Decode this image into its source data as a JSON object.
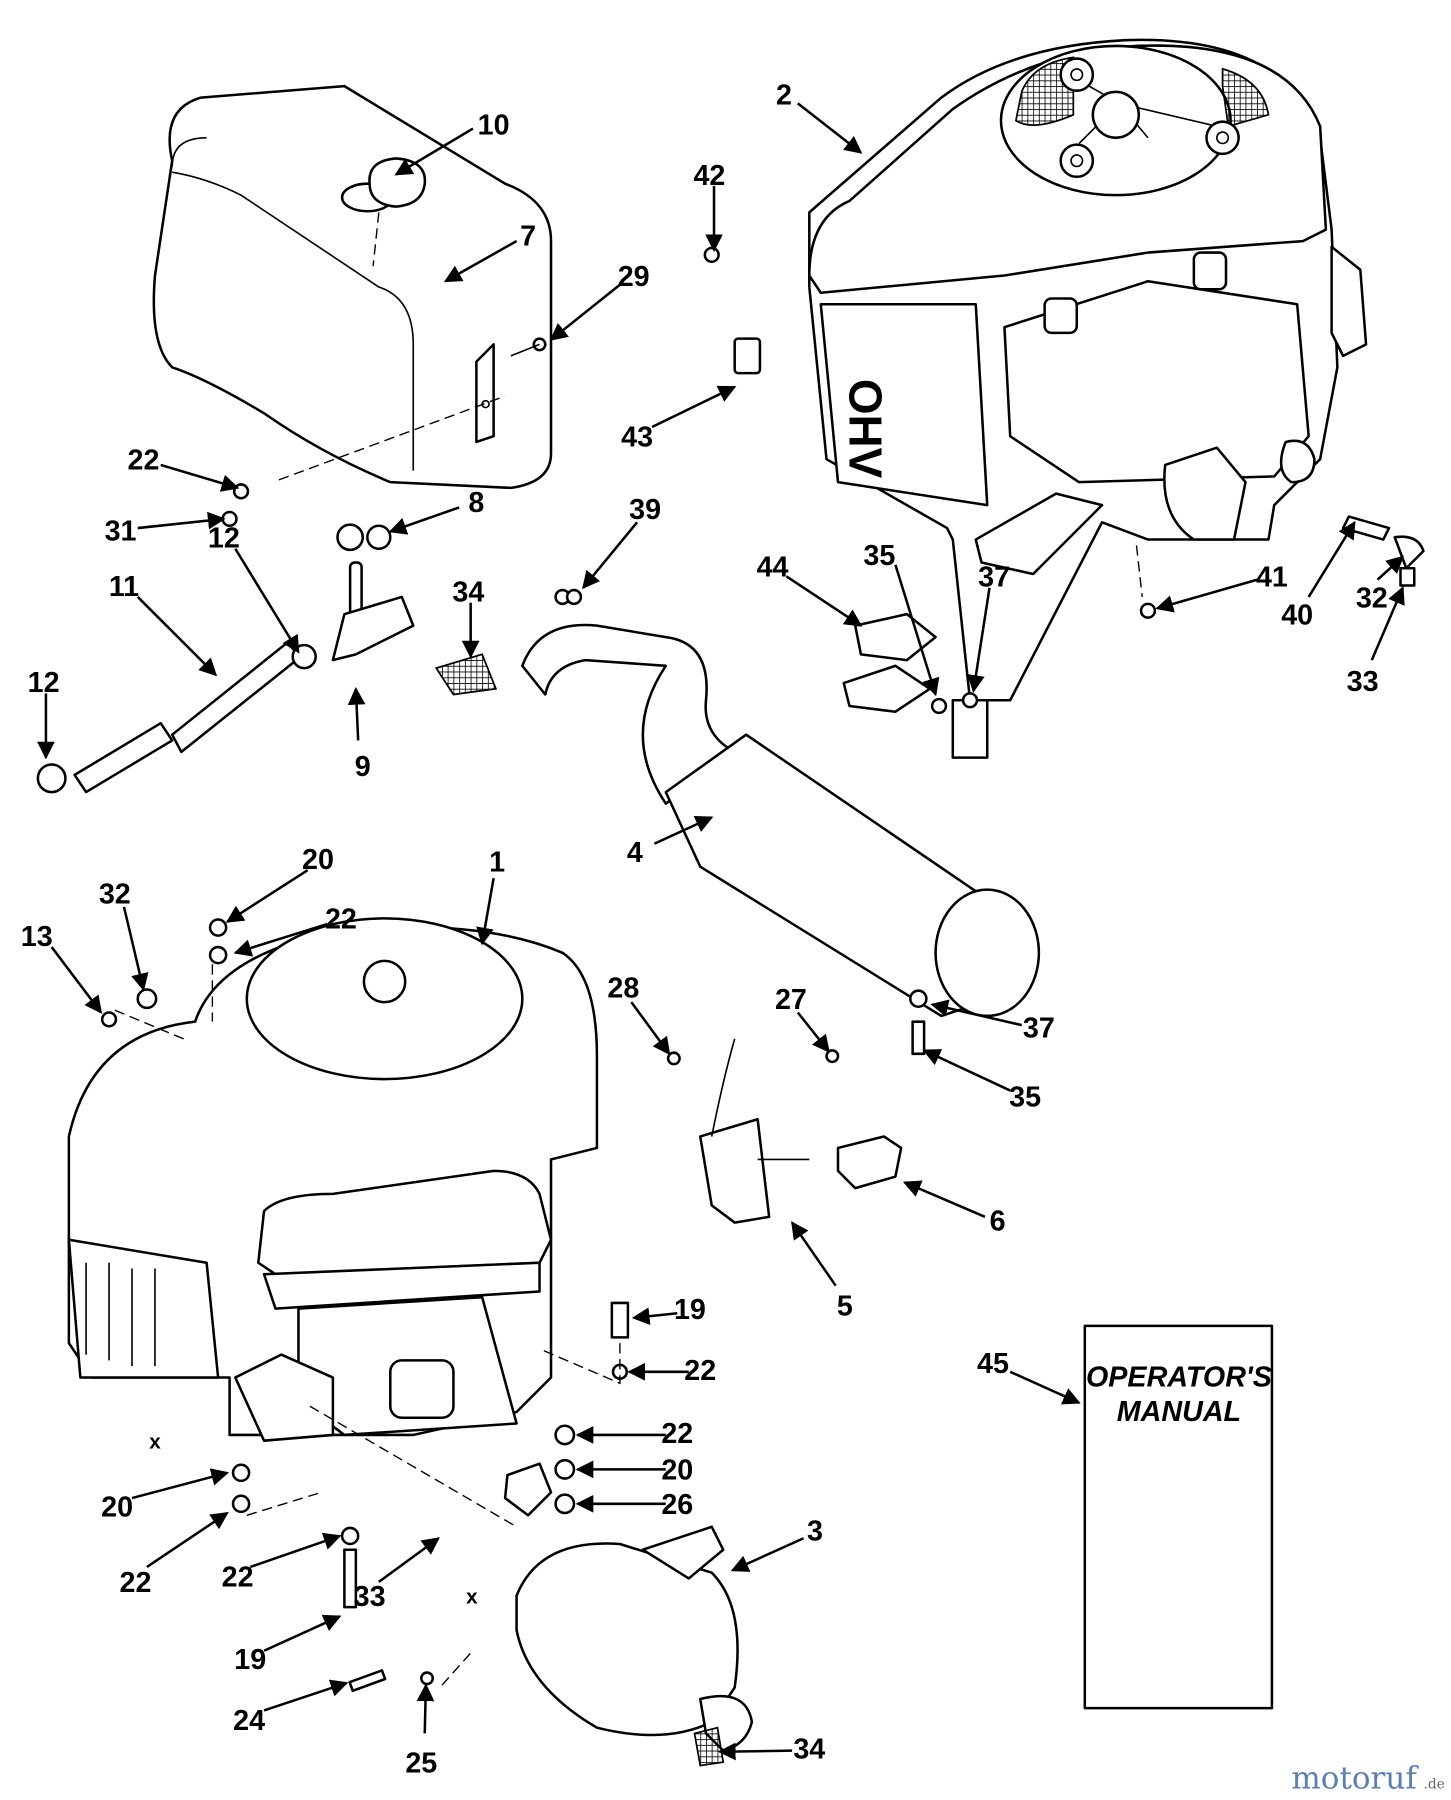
{
  "diagram": {
    "callouts": [
      "10",
      "2",
      "42",
      "7",
      "29",
      "43",
      "22",
      "31",
      "8",
      "12",
      "39",
      "44",
      "35",
      "37",
      "41",
      "40",
      "32",
      "33",
      "34",
      "11",
      "12",
      "9",
      "4",
      "20",
      "22",
      "32",
      "13",
      "1",
      "28",
      "27",
      "37",
      "35",
      "6",
      "5",
      "19",
      "22",
      "45",
      "22",
      "20",
      "26",
      "20",
      "22",
      "22",
      "3",
      "33",
      "19",
      "24",
      "25",
      "34"
    ],
    "cross_marks": [
      "x",
      "x"
    ],
    "engine_label": "OHV",
    "manual": {
      "line1": "OPERATOR'S",
      "line2": "MANUAL"
    },
    "watermark": {
      "brand": "motoruf",
      "suffix": ".de"
    },
    "colors": {
      "ink": "#000000",
      "paper": "#ffffff"
    }
  }
}
